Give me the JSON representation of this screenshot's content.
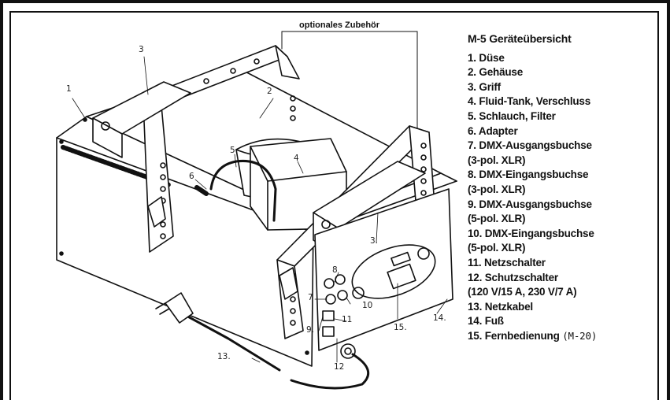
{
  "accessory_label": "optionales Zubehör",
  "legend": {
    "title": "M-5 Geräteübersicht",
    "items": [
      "1. Düse",
      "2. Gehäuse",
      "3. Griff",
      "4. Fluid-Tank, Verschluss",
      "5. Schlauch, Filter",
      "6. Adapter",
      "7. DMX-Ausgangsbuchse",
      "(3-pol. XLR)",
      "8. DMX-Eingangsbuchse",
      "(3-pol. XLR)",
      "9. DMX-Ausgangsbuchse",
      "(5-pol. XLR)",
      "10. DMX-Eingangsbuchse",
      "(5-pol. XLR)",
      "11. Netzschalter",
      "12. Schutzschalter",
      "(120 V/15 A, 230 V/7 A)",
      "13. Netzkabel",
      "14. Fuß"
    ],
    "last_item": "15. Fernbedienung",
    "last_item_sub": "(M-20)"
  },
  "callouts": [
    "1",
    "2",
    "3",
    "3.",
    "4",
    "5",
    "6",
    "7",
    "8",
    "9.",
    "10",
    "11",
    "12",
    "13.",
    "14.",
    "15."
  ]
}
